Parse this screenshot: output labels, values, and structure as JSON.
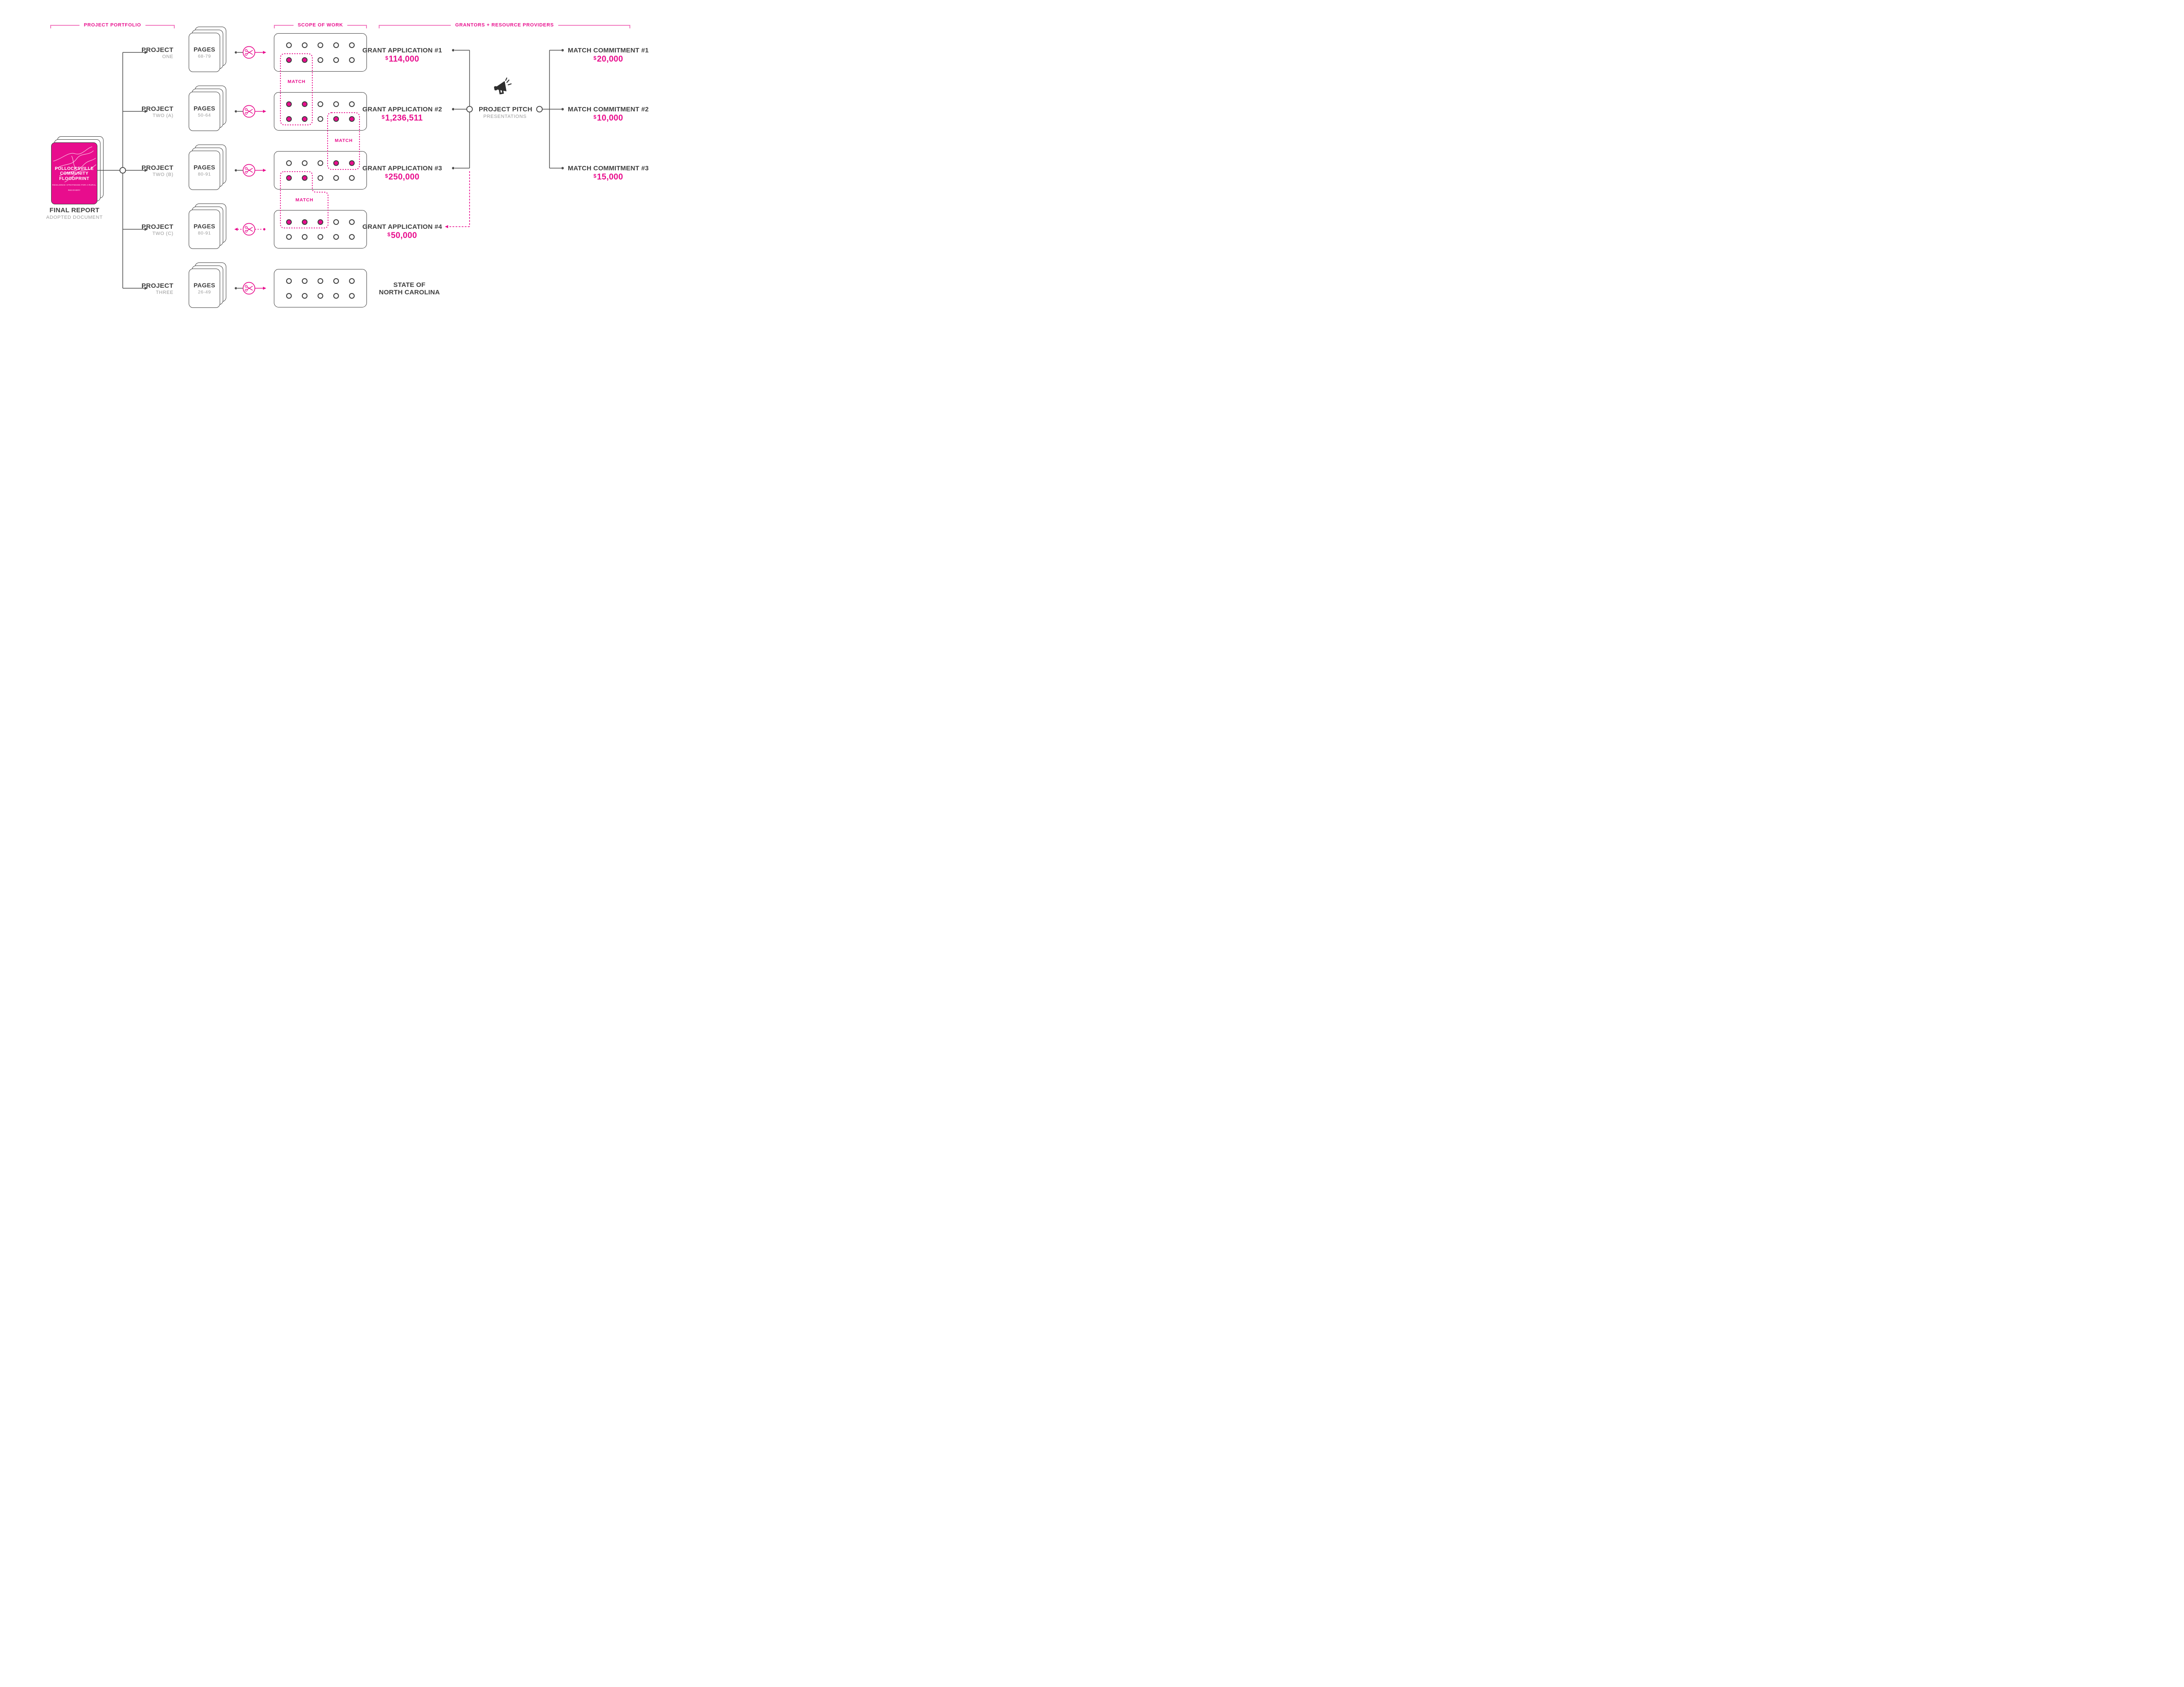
{
  "colors": {
    "magenta": "#e80d8d",
    "dark": "#3e3e3e",
    "gray": "#9b9b9b",
    "line": "#4d4d4d"
  },
  "headers": {
    "portfolio": "PROJECT PORTFOLIO",
    "scope": "SCOPE OF WORK",
    "grantors": "GRANTORS + RESOURCE PROVIDERS"
  },
  "currency": "$",
  "match_label": "MATCH",
  "final_report": {
    "cover_line1": "POLLOCKSVILLE",
    "cover_line2": "COMMUNITY",
    "cover_line3": "FLOODPRINT",
    "cover_tagline": "RESILIENCE STRATEGIES FOR A RURAL RECOVERY",
    "label": "FINAL REPORT",
    "sublabel": "ADOPTED DOCUMENT"
  },
  "projects": [
    {
      "name": "PROJECT",
      "sub": "ONE",
      "pages_label": "PAGES",
      "pages": "68-79"
    },
    {
      "name": "PROJECT",
      "sub": "TWO (A)",
      "pages_label": "PAGES",
      "pages": "50-64"
    },
    {
      "name": "PROJECT",
      "sub": "TWO (B)",
      "pages_label": "PAGES",
      "pages": "80-91"
    },
    {
      "name": "PROJECT",
      "sub": "TWO (C)",
      "pages_label": "PAGES",
      "pages": "80-91"
    },
    {
      "name": "PROJECT",
      "sub": "THREE",
      "pages_label": "PAGES",
      "pages": "26-49"
    }
  ],
  "scope_boxes": [
    {
      "dots": [
        [
          0,
          0,
          0,
          0,
          0
        ],
        [
          1,
          1,
          0,
          0,
          0
        ]
      ]
    },
    {
      "dots": [
        [
          1,
          1,
          0,
          0,
          0
        ],
        [
          1,
          1,
          0,
          1,
          1
        ]
      ]
    },
    {
      "dots": [
        [
          0,
          0,
          0,
          1,
          1
        ],
        [
          1,
          1,
          0,
          0,
          0
        ]
      ]
    },
    {
      "dots": [
        [
          1,
          1,
          1,
          0,
          0
        ],
        [
          0,
          0,
          0,
          0,
          0
        ]
      ]
    },
    {
      "dots": [
        [
          0,
          0,
          0,
          0,
          0
        ],
        [
          0,
          0,
          0,
          0,
          0
        ]
      ]
    }
  ],
  "grants": [
    {
      "title": "GRANT APPLICATION #1",
      "amount": "114,000"
    },
    {
      "title": "GRANT APPLICATION #2",
      "amount": "1,236,511"
    },
    {
      "title": "GRANT APPLICATION #3",
      "amount": "250,000"
    },
    {
      "title": "GRANT APPLICATION #4",
      "amount": "50,000"
    }
  ],
  "state": {
    "line1": "STATE OF",
    "line2": "NORTH CAROLINA"
  },
  "pitch": {
    "title": "PROJECT PITCH",
    "subtitle": "PRESENTATIONS"
  },
  "matches": [
    {
      "title": "MATCH COMMITMENT #1",
      "amount": "20,000"
    },
    {
      "title": "MATCH COMMITMENT #2",
      "amount": "10,000"
    },
    {
      "title": "MATCH COMMITMENT #3",
      "amount": "15,000"
    }
  ]
}
